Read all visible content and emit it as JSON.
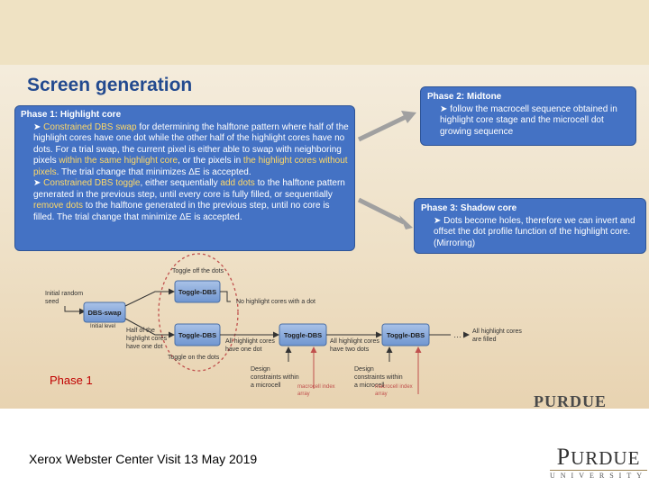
{
  "slide": {
    "title": "Screen generation",
    "phase1_box": {
      "heading": "Phase 1: Highlight core",
      "b1_em1": "Constrained DBS swap",
      "b1_t1": " for determining the halftone pattern where half of the highlight cores have one dot while the other half of the highlight cores have no dots. For a trial swap, the current pixel is either able to swap with neighboring pixels ",
      "b1_em2": "within the same highlight core",
      "b1_t2": ", or the pixels in ",
      "b1_em3": "the highlight cores without pixels",
      "b1_t3": ". The trial change that minimizes ΔE is accepted.",
      "b2_em1": "Constrained DBS toggle",
      "b2_t1": ", either sequentially ",
      "b2_em2": "add dots",
      "b2_t2": " to the halftone pattern generated in the previous step, until every core is fully filled, or sequentially ",
      "b2_em3": "remove dots",
      "b2_t3": " to the halftone generated in the previous step, until no core is filled. The trial change that minimize ΔE is accepted."
    },
    "phase2_box": {
      "heading": "Phase 2: Midtone",
      "bullet": "follow the macrocell sequence obtained in highlight core stage and the microcell dot growing sequence"
    },
    "phase3_box": {
      "heading": "Phase 3: Shadow core",
      "bullet": "Dots become holes, therefore we can invert and offset the dot profile function of the highlight core. (Mirroring)"
    },
    "diagram": {
      "toggle_off_label": "Toggle off the dots",
      "toggle_on_label": "Toggle on the dots",
      "initial_random_line1": "Initial random",
      "initial_random_line2": "seed",
      "dbs_swap": "DBS-swap",
      "initial_level": "Initial level",
      "toggle_dbs": "Toggle-DBS",
      "no_highlight": "No highlight cores with a dot",
      "half_line1": "Half of the",
      "half_line2": "highlight cores",
      "half_line3": "have one dot",
      "all_one_line1": "All highlight cores",
      "all_one_line2": "have one dot",
      "all_two_line1": "All highlight cores",
      "all_two_line2": "have two dots",
      "ellipsis": "…",
      "filled_line1": "All highlight cores",
      "filled_line2": "are filled",
      "design_line1": "Design",
      "design_line2": "constraints within",
      "design_line3": "a microcell",
      "macro_line1": "macrocell index",
      "macro_line2": "array"
    },
    "phase1_label": "Phase 1",
    "watermark": "PURDUE"
  },
  "footer": {
    "text": "Xerox Webster Center Visit 13 May 2019",
    "logo_cap": "P",
    "logo_rest": "URDUE",
    "logo_sub": "UNIVERSITY"
  },
  "colors": {
    "box_blue": "#4472c4",
    "highlight_yellow": "#ffd966",
    "title_blue": "#234a8f",
    "phase_red": "#c00000"
  }
}
